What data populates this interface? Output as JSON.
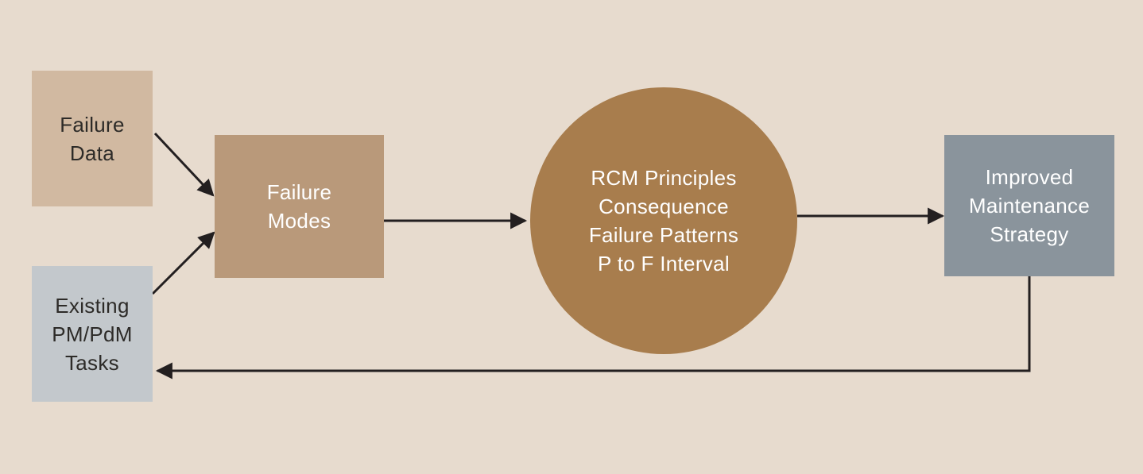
{
  "diagram": {
    "description": "RCM process flow diagram"
  },
  "colors": {
    "background": "#E7DBCE",
    "failure_data_box": "#D1B9A1",
    "existing_tasks_box": "#C3C8CC",
    "failure_modes_box": "#B9997A",
    "rcm_circle": "#A87D4D",
    "improved_strategy_box": "#8A949C",
    "dark_text": "#2D2B28",
    "light_text": "#FFFFFF",
    "arrow": "#231F20"
  },
  "nodes": {
    "failure_data": {
      "lines": [
        "Failure",
        "Data"
      ],
      "shape": "rectangle"
    },
    "existing_tasks": {
      "lines": [
        "Existing",
        "PM/PdM",
        "Tasks"
      ],
      "shape": "rectangle"
    },
    "failure_modes": {
      "lines": [
        "Failure",
        "Modes"
      ],
      "shape": "rectangle"
    },
    "rcm_circle": {
      "lines": [
        "RCM Principles",
        "Consequence",
        "Failure Patterns",
        "P to F Interval"
      ],
      "shape": "circle"
    },
    "improved_strategy": {
      "lines": [
        "Improved",
        "Maintenance",
        "Strategy"
      ],
      "shape": "rectangle"
    }
  },
  "edges": [
    {
      "from": "failure_data",
      "to": "failure_modes"
    },
    {
      "from": "existing_tasks",
      "to": "failure_modes"
    },
    {
      "from": "failure_modes",
      "to": "rcm_circle"
    },
    {
      "from": "rcm_circle",
      "to": "improved_strategy"
    },
    {
      "from": "improved_strategy",
      "to": "existing_tasks",
      "style": "feedback-loop"
    }
  ]
}
